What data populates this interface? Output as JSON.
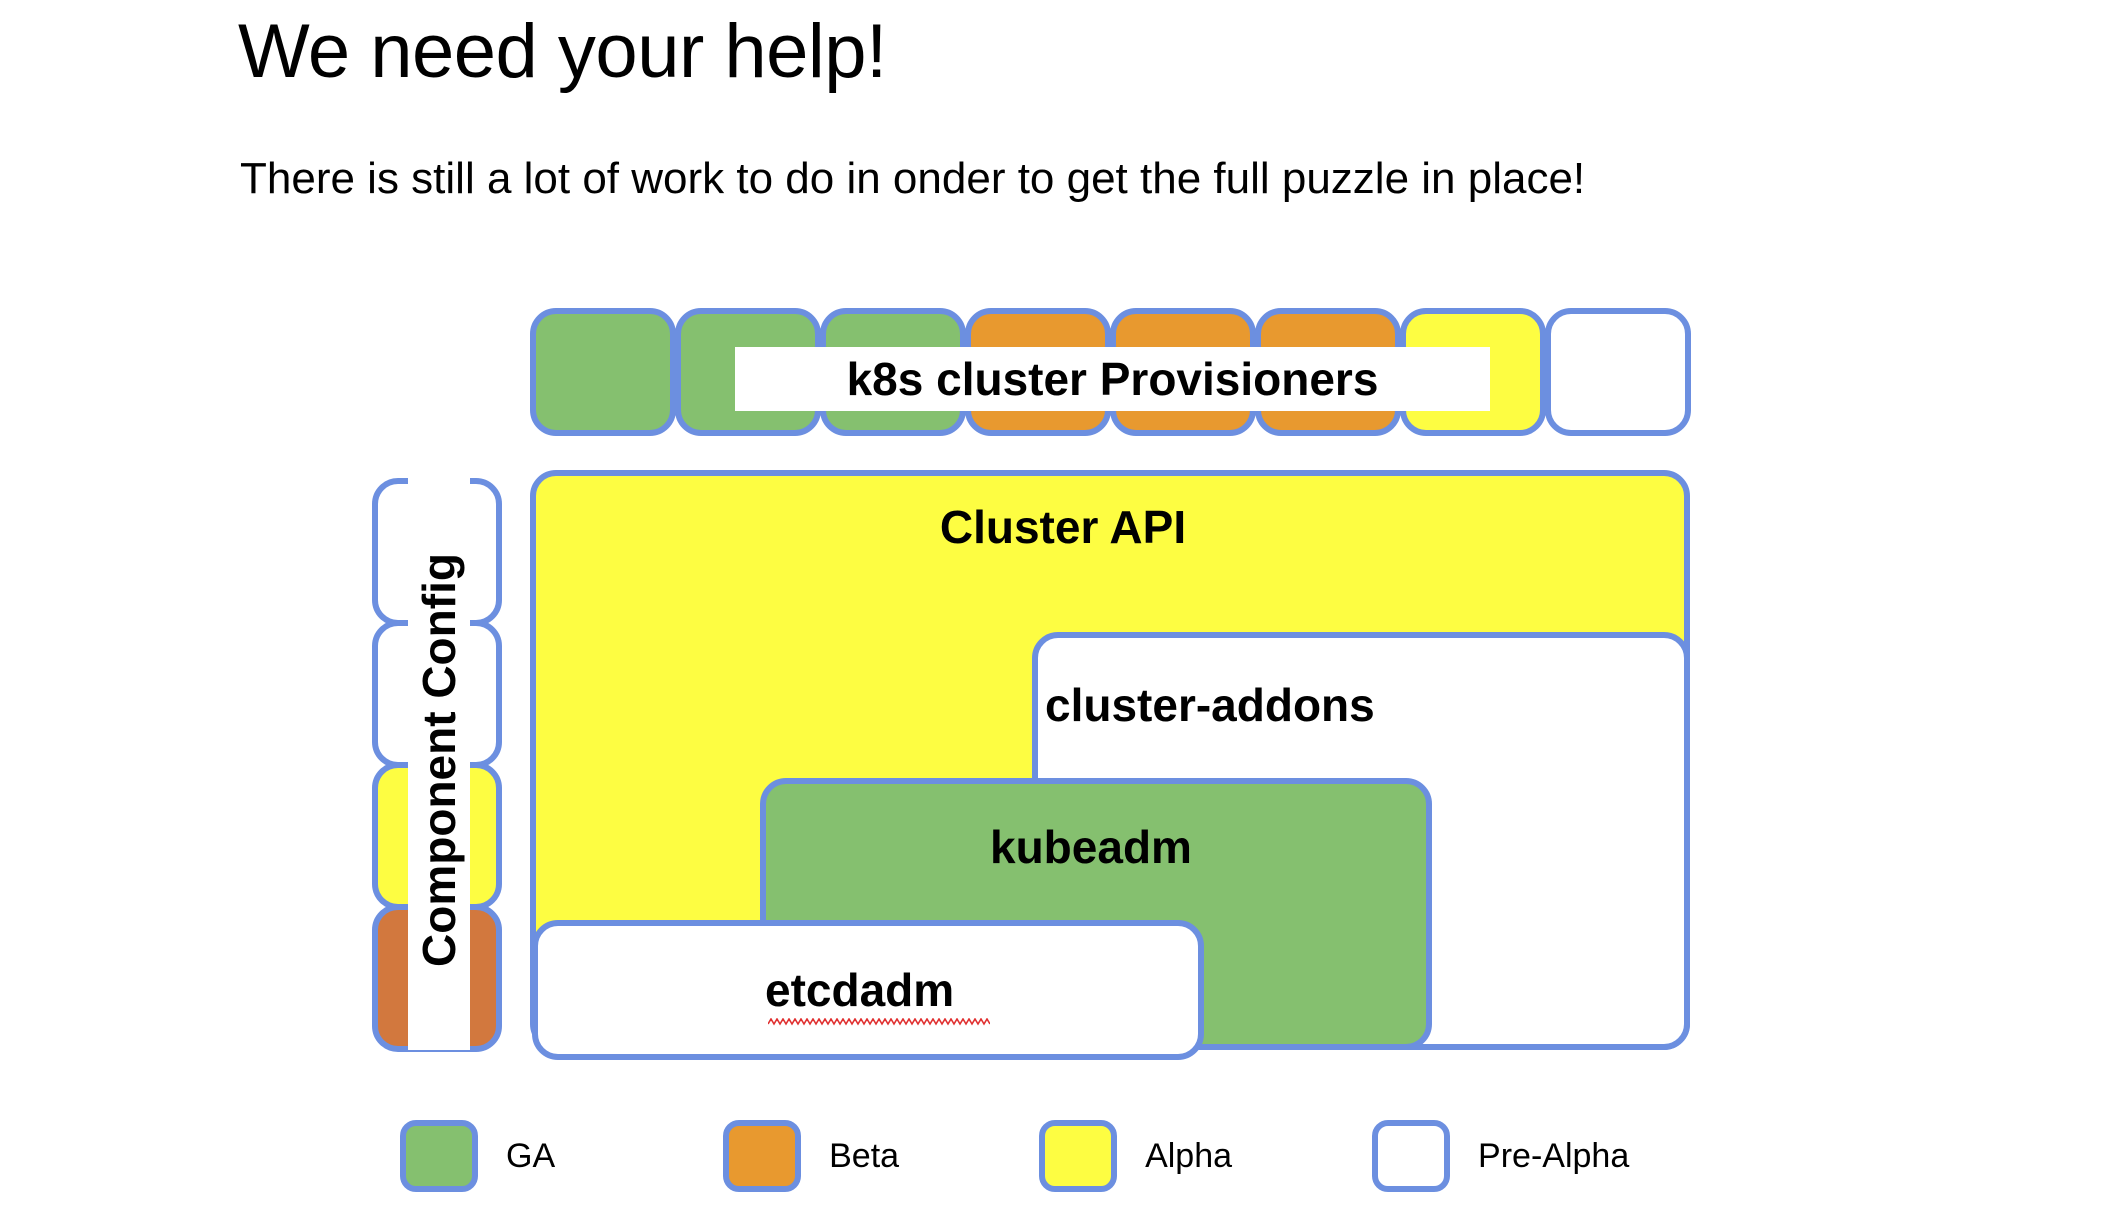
{
  "slide": {
    "title": "We need your help!",
    "subtitle": "There is still a lot of work to do in onder to get the full puzzle in place!"
  },
  "colors": {
    "ga": "#85c06f",
    "beta": "#e8992f",
    "beta_dark": "#d2783e",
    "alpha": "#fdfd42",
    "pre_alpha": "#ffffff",
    "border": "#6c8fe0",
    "spellcheck_underline": "#e03030"
  },
  "diagram": {
    "provisioners_row": {
      "label": "k8s cluster Provisioners",
      "cells": [
        {
          "name": "provisioner-cell-1",
          "status": "GA"
        },
        {
          "name": "provisioner-cell-2",
          "status": "GA"
        },
        {
          "name": "provisioner-cell-3",
          "status": "GA"
        },
        {
          "name": "provisioner-cell-4",
          "status": "Beta"
        },
        {
          "name": "provisioner-cell-5",
          "status": "Beta"
        },
        {
          "name": "provisioner-cell-6",
          "status": "Beta"
        },
        {
          "name": "provisioner-cell-7",
          "status": "Alpha"
        },
        {
          "name": "provisioner-cell-8",
          "status": "Pre-Alpha"
        }
      ]
    },
    "component_config": {
      "label": "Component Config",
      "cells": [
        {
          "name": "component-config-cell-1",
          "status": "Pre-Alpha"
        },
        {
          "name": "component-config-cell-2",
          "status": "Pre-Alpha"
        },
        {
          "name": "component-config-cell-3",
          "status": "Alpha"
        },
        {
          "name": "component-config-cell-4",
          "status": "Beta"
        }
      ]
    },
    "boxes": [
      {
        "name": "cluster-api",
        "label": "Cluster API",
        "status": "Alpha"
      },
      {
        "name": "cluster-addons",
        "label": "cluster-addons",
        "status": "Pre-Alpha"
      },
      {
        "name": "kubeadm",
        "label": "kubeadm",
        "status": "GA"
      },
      {
        "name": "etcdadm",
        "label": "etcdadm",
        "status": "Pre-Alpha",
        "spellcheck_flagged": true
      }
    ]
  },
  "legend": {
    "items": [
      {
        "label": "GA",
        "status": "GA"
      },
      {
        "label": "Beta",
        "status": "Beta"
      },
      {
        "label": "Alpha",
        "status": "Alpha"
      },
      {
        "label": "Pre-Alpha",
        "status": "Pre-Alpha"
      }
    ]
  }
}
